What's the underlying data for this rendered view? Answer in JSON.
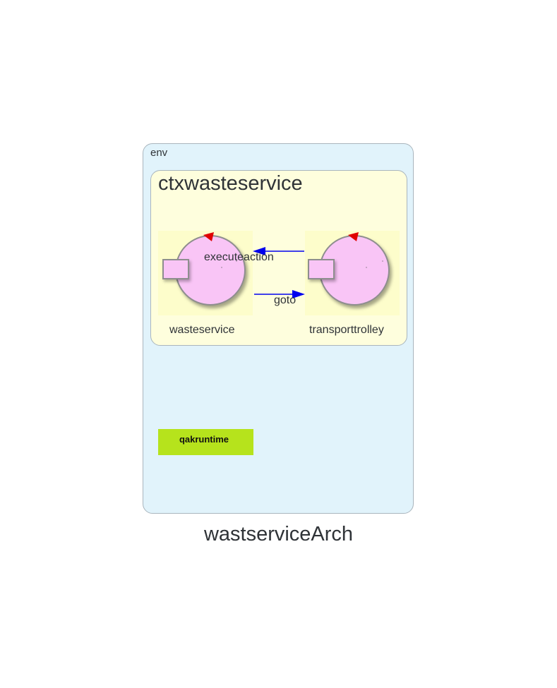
{
  "diagram": {
    "title": "wastserviceArch",
    "env_label": "env",
    "context": {
      "name": "ctxwasteservice",
      "actors": [
        {
          "name": "wasteservice"
        },
        {
          "name": "transporttrolley"
        }
      ]
    },
    "messages": [
      {
        "label": "executeaction",
        "from": "transporttrolley",
        "to": "wasteservice"
      },
      {
        "label": "goto",
        "from": "wasteservice",
        "to": "transporttrolley"
      }
    ],
    "runtime_label": "qakruntime",
    "colors": {
      "env_fill": "#e1f3fb",
      "context_fill": "#fefedd",
      "actor_fill": "#f9c5f6",
      "arrow": "#0000ee",
      "actor_marker": "#e00000",
      "runtime_fill": "#b6e31c"
    }
  }
}
